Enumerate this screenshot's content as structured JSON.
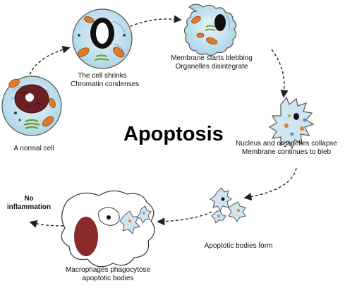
{
  "title": "Apoptosis",
  "stages": {
    "normal": {
      "label": "A normal cell"
    },
    "shrink": {
      "label_1": "The cell shrinks",
      "label_2": "Chromatin condenses"
    },
    "bleb": {
      "label_1": "Membrane starts blebbing",
      "label_2": "Organelles disintegrate"
    },
    "collapse": {
      "label_1": "Nucleus and organelles collapse",
      "label_2": "Membrane continues to bleb"
    },
    "bodies": {
      "label": "Apoptotic bodies form"
    },
    "macrophage": {
      "label_1": "Macrophages phagocytose",
      "label_2": "apoptotic bodies"
    },
    "outcome": {
      "label_1": "No",
      "label_2": "inflammation"
    }
  },
  "colors": {
    "cytoplasm": "#cfe6f0",
    "membrane": "#555555",
    "nucleus": "#6b1f24",
    "mitochondria": "#e07b2c",
    "er": "#8aa3c8",
    "golgi": "#8fbf3c",
    "macrophage_nucleus": "#8b2a2a"
  }
}
